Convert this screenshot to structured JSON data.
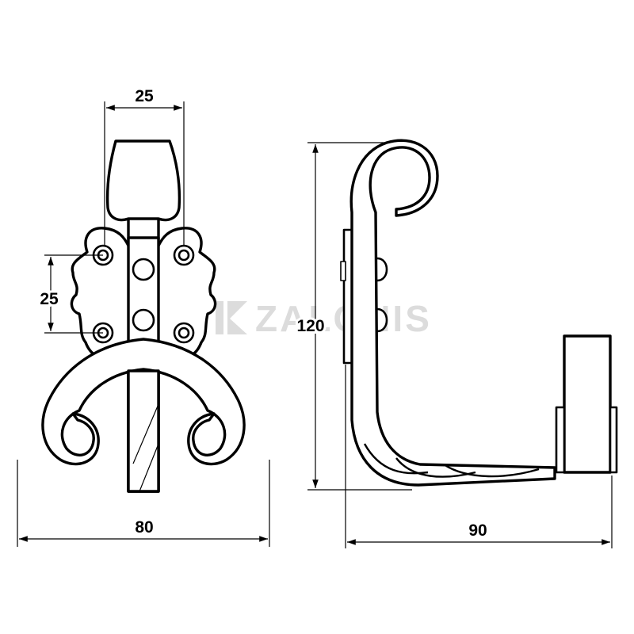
{
  "watermark": {
    "brand": "ZALONIS"
  },
  "dimensions": {
    "front_top_width": "25",
    "front_hole_spacing": "25",
    "front_overall_width": "80",
    "side_height": "120",
    "side_projection": "90"
  },
  "colors": {
    "line": "#000000",
    "background": "#ffffff",
    "watermark": "#d9d9d9"
  }
}
